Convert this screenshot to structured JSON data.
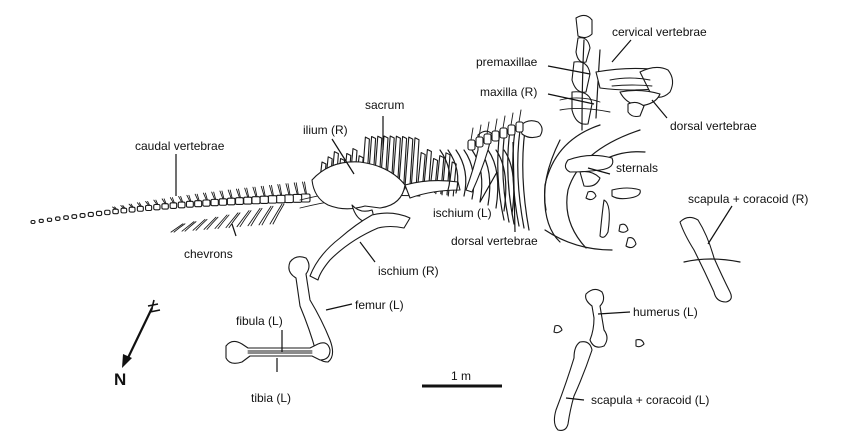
{
  "labels": {
    "cervical_vertebrae": "cervical vertebrae",
    "premaxillae": "premaxillae",
    "maxilla_r": "maxilla (R)",
    "dorsal_vertebrae_top": "dorsal vertebrae",
    "sacrum": "sacrum",
    "ilium_r": "ilium (R)",
    "caudal_vertebrae": "caudal vertebrae",
    "sternals": "sternals",
    "scapula_coracoid_r": "scapula + coracoid (R)",
    "ischium_l": "ischium (L)",
    "dorsal_vertebrae_bottom": "dorsal vertebrae",
    "chevrons": "chevrons",
    "ischium_r": "ischium (R)",
    "femur_l": "femur (L)",
    "fibula_l": "fibula (L)",
    "humerus_l": "humerus (L)",
    "tibia_l": "tibia (L)",
    "scapula_coracoid_l": "scapula + coracoid (L)"
  },
  "north_arrow": {
    "label": "N"
  },
  "scale_bar": {
    "label": "1 m"
  },
  "colors": {
    "ink": "#1a1a1a",
    "background": "#ffffff"
  }
}
